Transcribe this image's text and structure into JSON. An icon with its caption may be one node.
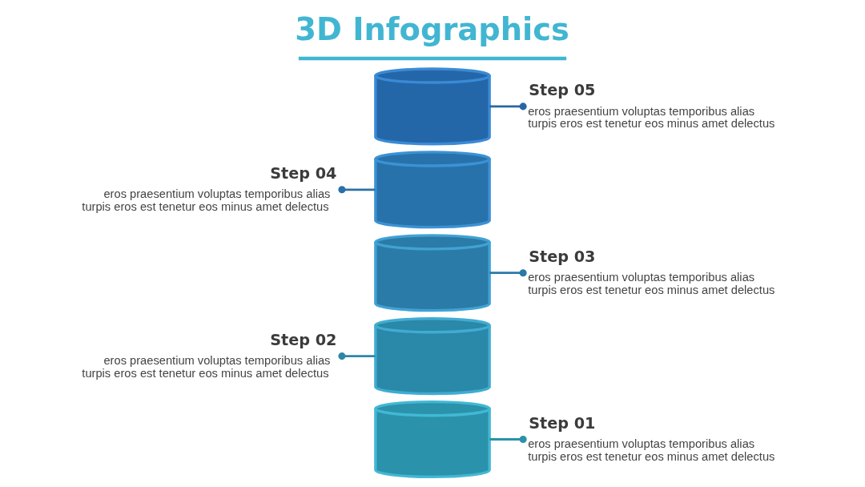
{
  "diagram": {
    "title": "3D Infographics",
    "nodes": [
      {
        "text": [],
        "shape": "cylinder"
      },
      {
        "text": [
          "Step 05",
          "eros praesentium voluptas temporibus alias turpis eros est tenetur eos minus amet delectus"
        ]
      },
      {
        "text": [
          "Step 04",
          "eros praesentium voluptas temporibus alias turpis eros est tenetur eos minus amet delectus"
        ]
      },
      {
        "text": [],
        "shape": "cylinder"
      },
      {
        "text": [],
        "shape": "cylinder"
      },
      {
        "text": [
          "Step 03",
          "eros praesentium voluptas temporibus alias turpis eros est tenetur eos minus amet delectus"
        ]
      },
      {
        "text": [
          "Step 02",
          "eros praesentium voluptas temporibus alias turpis eros est tenetur eos minus amet delectus"
        ]
      },
      {
        "text": [],
        "shape": "cylinder"
      },
      {
        "text": [],
        "shape": "cylinder"
      },
      {
        "text": [
          "Step 01",
          "eros praesentium voluptas temporibus alias turpis eros est tenetur eos minus amet delectus"
        ]
      }
    ],
    "edges": [
      {
        "from": 0,
        "to": 1,
        "arrow": "other",
        "color": "#2766a6"
      },
      {
        "from": 2,
        "to": 3,
        "arrow": "other",
        "color": "#2b70a9"
      },
      {
        "from": 4,
        "to": 5,
        "arrow": "other",
        "color": "#2a79a8"
      },
      {
        "from": 6,
        "to": 7,
        "arrow": "other",
        "color": "#2c86a8"
      },
      {
        "from": 8,
        "to": 9,
        "arrow": "other",
        "color": "#2a92aa"
      }
    ]
  }
}
